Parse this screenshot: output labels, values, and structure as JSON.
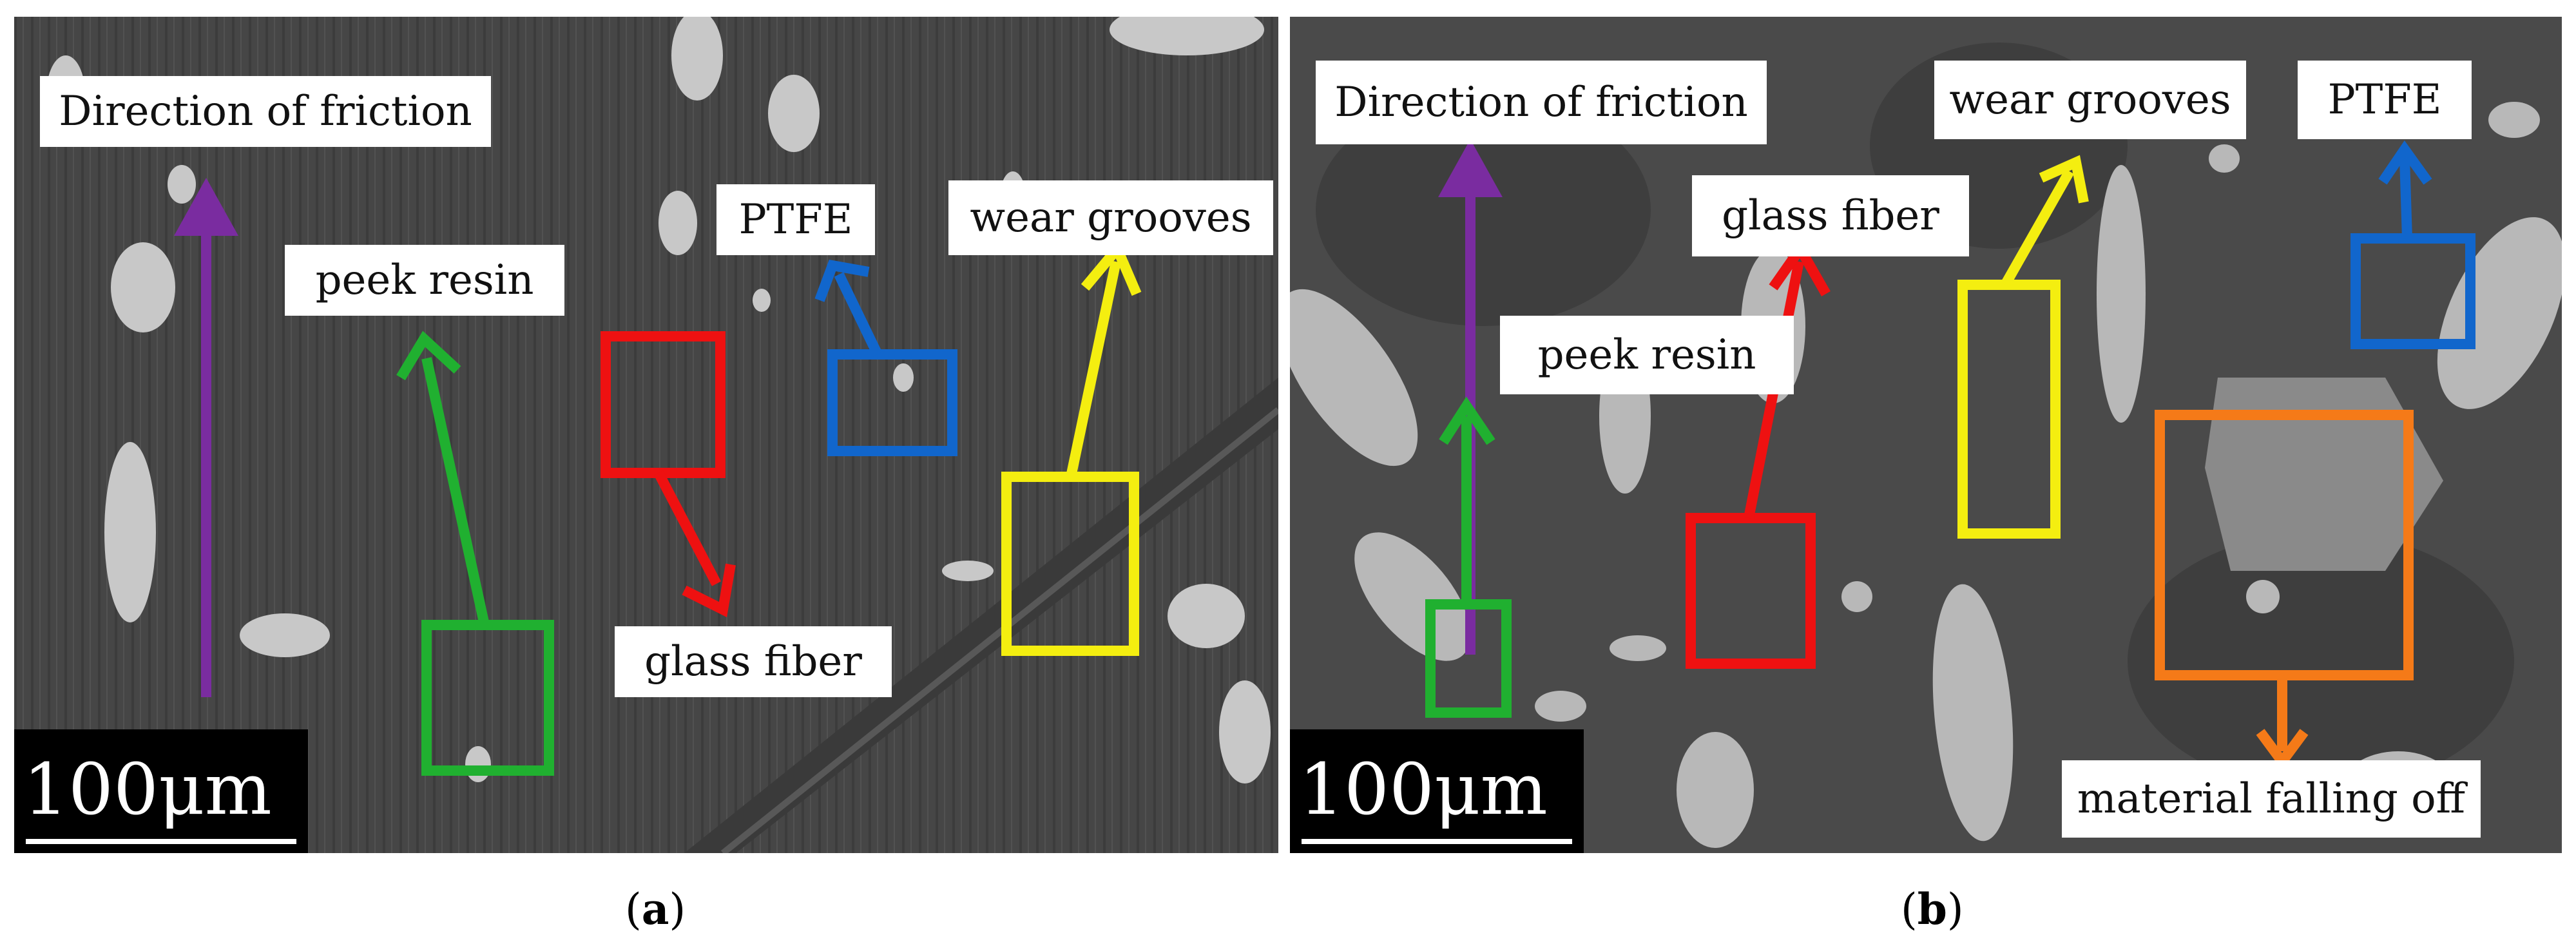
{
  "panels": {
    "a": {
      "labels": {
        "direction": "Direction of friction",
        "peek": "peek resin",
        "ptfe": "PTFE",
        "wear": "wear grooves",
        "glass": "glass fiber"
      },
      "scale": "100μm",
      "caption_letter": "a"
    },
    "b": {
      "labels": {
        "direction": "Direction of friction",
        "wear": "wear grooves",
        "ptfe": "PTFE",
        "glass": "glass fiber",
        "peek": "peek resin",
        "falling": "material falling off"
      },
      "scale": "100μm",
      "caption_letter": "b"
    }
  },
  "caption": {
    "open": "(",
    "close": ")"
  },
  "colors": {
    "purple": "#7a2ca0",
    "green": "#20b030",
    "red": "#ee1111",
    "blue": "#1166cc",
    "yellow": "#f4ee10",
    "orange": "#f57a18"
  }
}
